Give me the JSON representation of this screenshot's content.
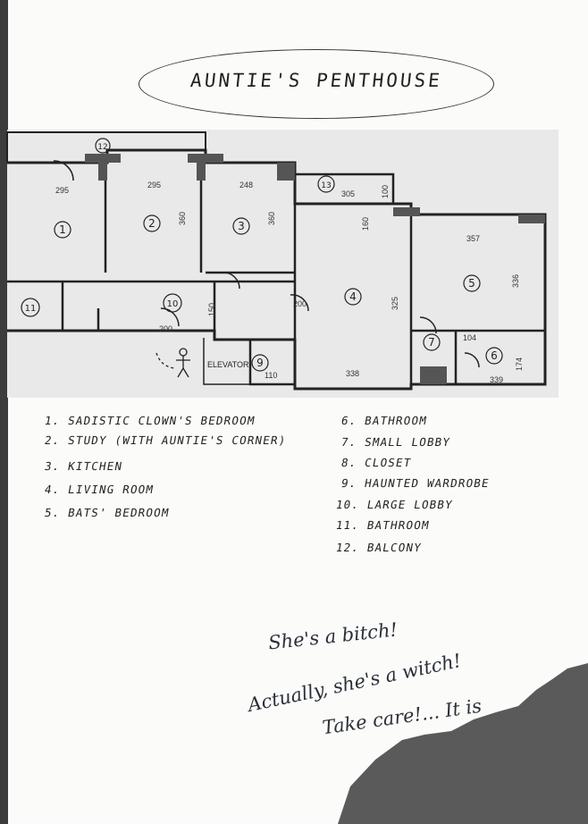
{
  "title": "AUNTIE'S PENTHOUSE",
  "plan": {
    "rooms": [
      {
        "number": "1"
      },
      {
        "number": "2"
      },
      {
        "number": "3"
      },
      {
        "number": "4"
      },
      {
        "number": "5"
      },
      {
        "number": "6"
      },
      {
        "number": "7"
      },
      {
        "number": "9"
      },
      {
        "number": "10"
      },
      {
        "number": "11"
      },
      {
        "number": "12"
      },
      {
        "number": "13"
      }
    ],
    "dimensions": [
      "295",
      "295",
      "248",
      "305",
      "100",
      "360",
      "360",
      "357",
      "336",
      "325",
      "338",
      "104",
      "339",
      "174",
      "110",
      "150",
      "160",
      "200",
      "200"
    ],
    "elevator_label": "ELEVATOR"
  },
  "legend": {
    "items": [
      "1. SADISTIC CLOWN'S BEDROOM",
      "2. STUDY (WITH AUNTIE'S CORNER)",
      "3. KITCHEN",
      "4. LIVING ROOM",
      "5. BATS' BEDROOM",
      "6. BATHROOM",
      "7. SMALL LOBBY",
      "8. CLOSET",
      "9. HAUNTED WARDROBE",
      "10. LARGE LOBBY",
      "11. BATHROOM",
      "12. BALCONY"
    ]
  },
  "notes": {
    "line1": "She's a bitch!",
    "line2": "Actually, she's a witch!",
    "line3": "Take care!... It is"
  },
  "colors": {
    "paper": "#fbfbfa",
    "ink": "#222222",
    "torn_area": "#5a5a5a",
    "note_ink": "#2a2f38"
  }
}
